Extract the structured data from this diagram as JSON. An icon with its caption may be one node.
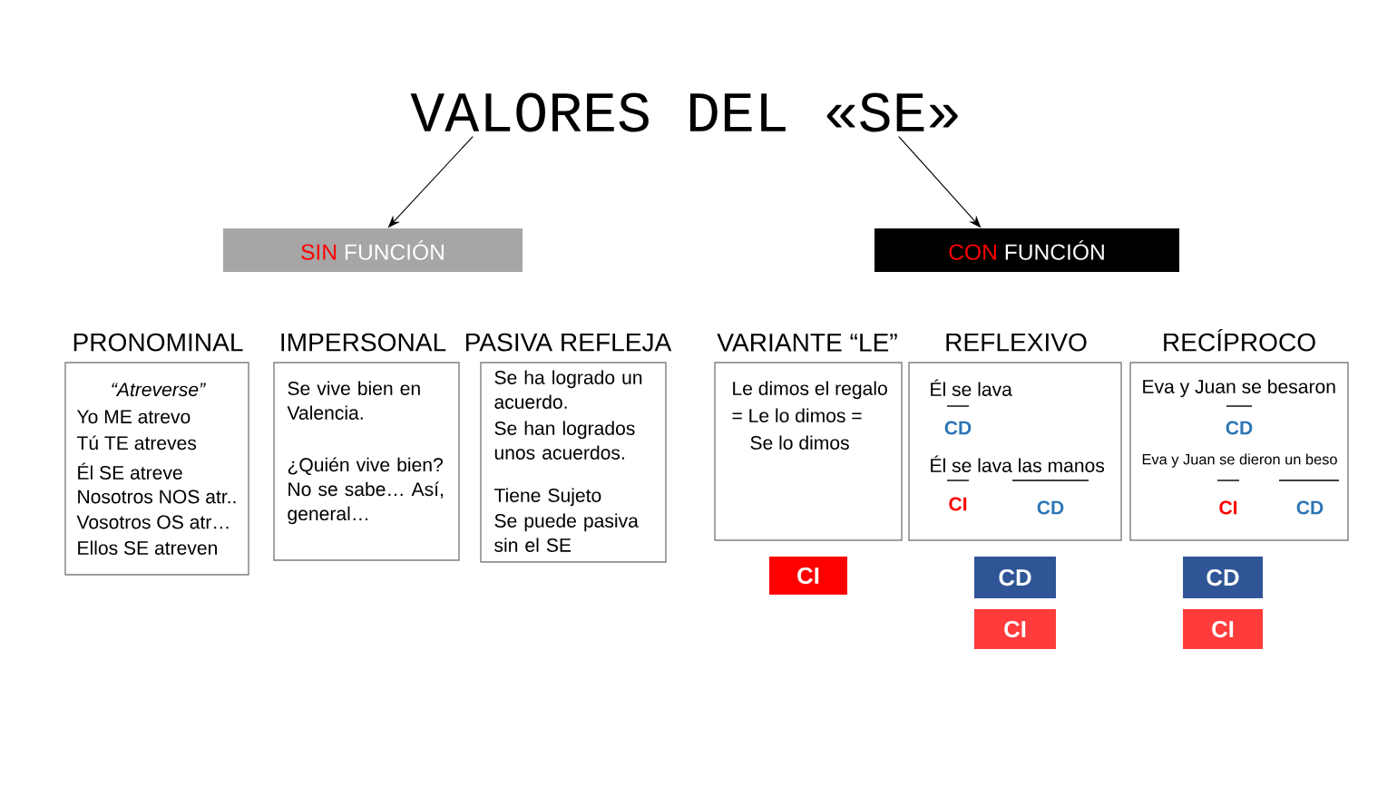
{
  "diagram": {
    "nodes": [
      {
        "text": [
          "VALORES DEL «SE»"
        ]
      },
      {
        "text": [
          "SIN",
          "FUNCIÓN"
        ]
      },
      {
        "text": [
          "CON",
          "FUNCIÓN"
        ]
      },
      {
        "text": [
          "PRONOMINAL",
          "“Atreverse”",
          "Yo ME atrevo",
          "Tú TE atreves",
          "Él SE atreve",
          "Nosotros NOS atr..",
          "Vosotros OS atr…",
          "Ellos SE atreven"
        ]
      },
      {
        "text": [
          "IMPERSONAL",
          "Se vive bien en Valencia.",
          "¿Quién vive bien? No se sabe… Así, general…"
        ]
      },
      {
        "text": [
          "PASIVA REFLEJA",
          "Se ha logrado un acuerdo.",
          "Se han logrados unos acuerdos.",
          "Tiene Sujeto",
          "Se puede pasiva sin el SE"
        ]
      },
      {
        "text": [
          "VARIANTE “LE”",
          "Le dimos el regalo",
          "= Le lo dimos =",
          "Se lo dimos"
        ]
      },
      {
        "text": [
          "REFLEXIVO",
          "Él se lava",
          "CD",
          "Él se lava las manos",
          "CI",
          "CD"
        ]
      },
      {
        "text": [
          "RECÍPROCO",
          "Eva y Juan se besaron",
          "CD",
          "Eva y Juan se dieron un beso",
          "CI",
          "CD"
        ]
      },
      {
        "text": [
          "CI"
        ]
      },
      {
        "text": [
          "CD"
        ]
      },
      {
        "text": [
          "CI"
        ]
      },
      {
        "text": [
          "CD"
        ]
      },
      {
        "text": [
          "CI"
        ]
      }
    ],
    "edges": [
      {
        "from": 0,
        "to": 1,
        "arrow": "to"
      },
      {
        "from": 0,
        "to": 2,
        "arrow": "to"
      }
    ]
  }
}
